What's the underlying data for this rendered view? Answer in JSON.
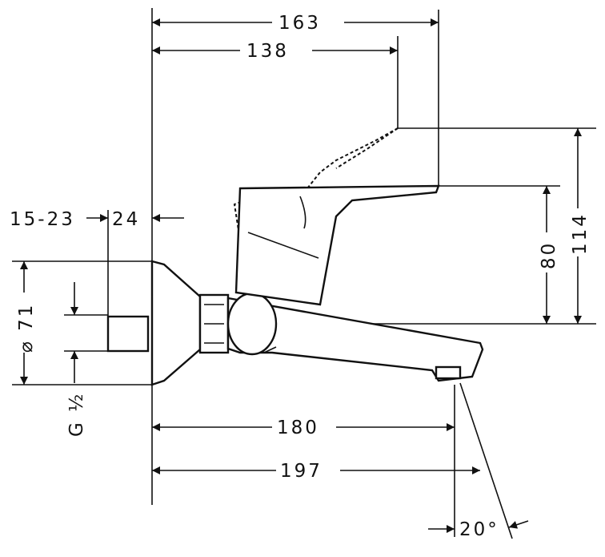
{
  "dimensions": {
    "overall_width": "163",
    "handle_reach": "138",
    "projection_range": "15-23",
    "projection_base": "24",
    "escutcheon_diameter": "⌀ 71",
    "thread": "G ½",
    "spout_height": "80",
    "total_height": "114",
    "spout_reach": "180",
    "total_reach": "197",
    "spray_angle": "20°"
  }
}
